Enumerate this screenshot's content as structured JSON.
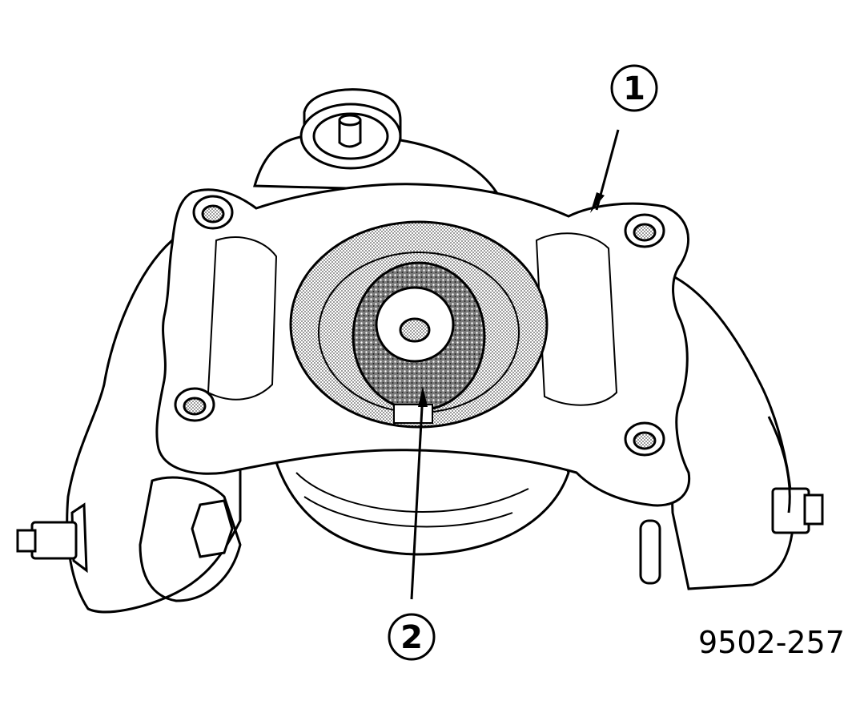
{
  "figure": {
    "callouts": [
      {
        "number": "1",
        "target": "knuckle-housing"
      },
      {
        "number": "2",
        "target": "hub-bearing-seal"
      }
    ],
    "figure_id": "9502-257"
  },
  "colors": {
    "line": "#000000",
    "background": "#ffffff",
    "shading": "#bdbdbd"
  }
}
